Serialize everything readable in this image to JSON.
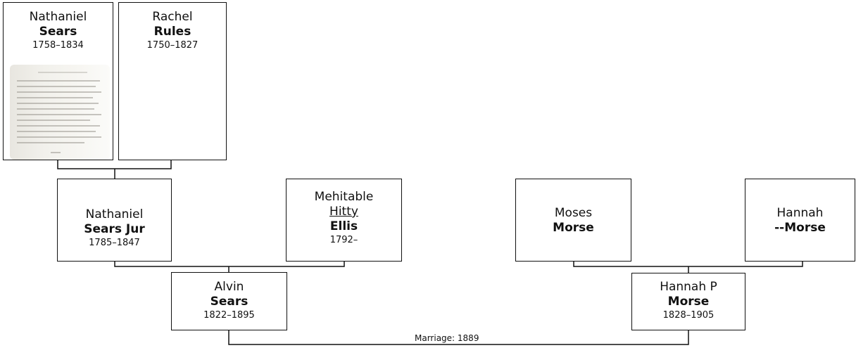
{
  "people": {
    "nathaniel_sr": {
      "given": "Nathaniel",
      "surname": "Sears",
      "dates": "1758–1834"
    },
    "rachel": {
      "given": "Rachel",
      "surname": "Rules",
      "dates": "1750–1827"
    },
    "nathaniel_jr": {
      "given": "Nathaniel",
      "surname": "Sears Jur",
      "dates": "1785–1847"
    },
    "mehitable": {
      "given": "Mehitable",
      "nickname": "Hitty",
      "surname": "Ellis",
      "dates": "1792–"
    },
    "moses": {
      "given": "Moses",
      "surname": "Morse"
    },
    "hannah": {
      "given": "Hannah",
      "surname": "--Morse"
    },
    "alvin": {
      "given": "Alvin",
      "surname": "Sears",
      "dates": "1822–1895"
    },
    "hannah_p": {
      "given": "Hannah P",
      "surname": "Morse",
      "dates": "1828–1905"
    }
  },
  "marriage_label": "Marriage: 1889"
}
